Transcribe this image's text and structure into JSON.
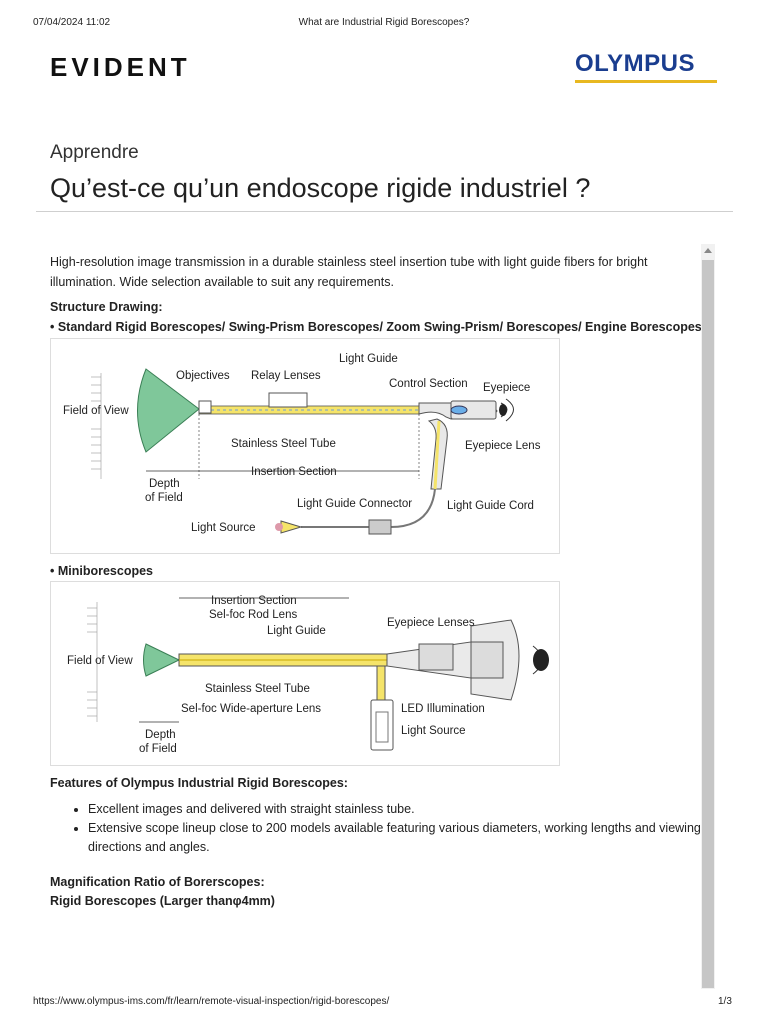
{
  "print_header": {
    "datetime": "07/04/2024 11:02",
    "page_title": "What are Industrial Rigid Borescopes?"
  },
  "brand": {
    "left_logo": "EVIDENT",
    "right_logo": "OLYMPUS"
  },
  "page": {
    "kicker": "Apprendre",
    "title": "Qu’est-ce qu’un endoscope rigide industriel ?",
    "intro": "High-resolution image transmission in a durable stainless steel insertion tube with light guide fibers for bright illumination. Wide selection available to suit any requirements.",
    "structure_heading": "Structure Drawing:",
    "standard_heading": "• Standard Rigid Borescopes/ Swing-Prism Borescopes/ Zoom Swing-Prism/ Borescopes/ Engine Borescopes",
    "mini_heading": "• Miniborescopes",
    "features_heading": "Features of Olympus Industrial Rigid Borescopes:",
    "features": [
      "Excellent images and delivered with straight stainless tube.",
      "Extensive scope lineup close to 200 models available featuring various diameters, working lengths and viewing directions and angles."
    ],
    "magnification_heading": "Magnification Ratio of Borerscopes:",
    "rigid_larger_heading": "Rigid Borescopes (Larger thanφ4mm)"
  },
  "figure1": {
    "labels": {
      "objectives": "Objectives",
      "relay_lenses": "Relay Lenses",
      "light_guide": "Light Guide",
      "control_section": "Control Section",
      "eyepiece": "Eyepiece",
      "field_of_view": "Field of View",
      "stainless_tube": "Stainless Steel Tube",
      "eyepiece_lens": "Eyepiece Lens",
      "insertion_section": "Insertion Section",
      "depth": "Depth",
      "of_field": "of Field",
      "light_guide_connector": "Light Guide Connector",
      "light_guide_cord": "Light Guide Cord",
      "light_source": "Light Source"
    }
  },
  "figure2": {
    "labels": {
      "insertion_section": "Insertion Section",
      "selfoc_rod_lens": "Sel-foc Rod Lens",
      "light_guide": "Light Guide",
      "eyepiece_lenses": "Eyepiece Lenses",
      "field_of_view": "Field of View",
      "stainless_tube": "Stainless Steel Tube",
      "selfoc_wide": "Sel-foc Wide-aperture Lens",
      "led": "LED Illumination",
      "light_source": "Light Source",
      "depth": "Depth",
      "of_field": "of Field"
    }
  },
  "print_footer": {
    "url": "https://www.olympus-ims.com/fr/learn/remote-visual-inspection/rigid-borescopes/",
    "page_number": "1/3"
  },
  "colors": {
    "field_green": "#7fc79a",
    "tube_yellow": "#f5e46a",
    "olympus_blue": "#1a3d8f",
    "olympus_gold": "#e8b820"
  }
}
